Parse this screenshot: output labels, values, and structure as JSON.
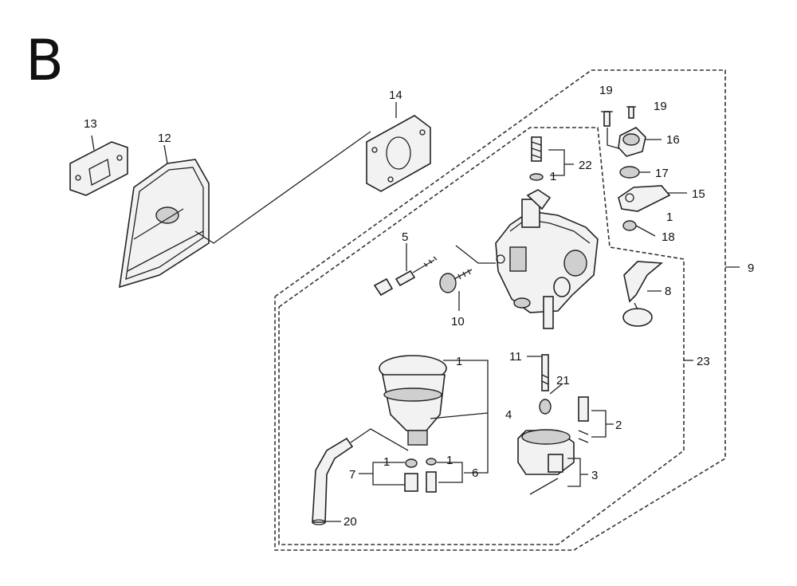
{
  "section_letter": "B",
  "labels": {
    "p1a": "1",
    "p1b": "1",
    "p1c": "1",
    "p1d": "1",
    "p1e": "1",
    "p2": "2",
    "p3": "3",
    "p4": "4",
    "p5": "5",
    "p6": "6",
    "p7": "7",
    "p8": "8",
    "p9": "9",
    "p10": "10",
    "p11": "11",
    "p12": "12",
    "p13": "13",
    "p14": "14",
    "p15": "15",
    "p16": "16",
    "p17": "17",
    "p18": "18",
    "p19a": "19",
    "p19b": "19",
    "p20": "20",
    "p21": "21",
    "p22": "22",
    "p23": "23"
  }
}
